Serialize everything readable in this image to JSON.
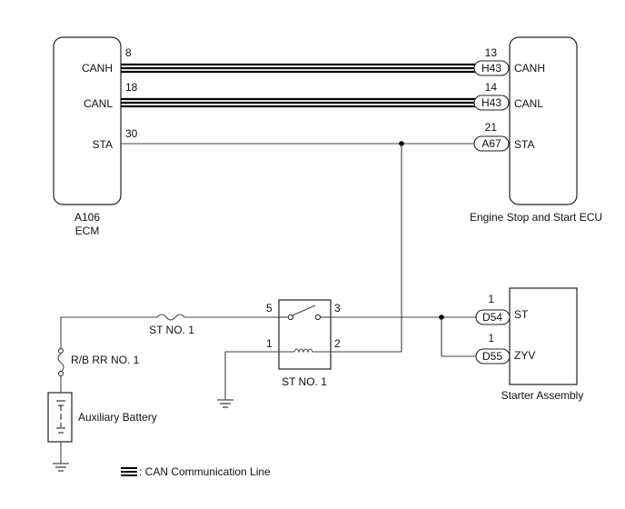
{
  "ecm": {
    "connector": "A106",
    "name": "ECM",
    "pins": [
      {
        "num": "8",
        "label": "CANH"
      },
      {
        "num": "18",
        "label": "CANL"
      },
      {
        "num": "30",
        "label": "STA"
      }
    ]
  },
  "ess_ecu": {
    "name": "Engine Stop and Start ECU",
    "pins": [
      {
        "num": "13",
        "label": "CANH",
        "connector": "H43"
      },
      {
        "num": "14",
        "label": "CANL",
        "connector": "H43"
      },
      {
        "num": "21",
        "label": "STA",
        "connector": "A67"
      }
    ]
  },
  "starter": {
    "name": "Starter Assembly",
    "pins": [
      {
        "num": "1",
        "label": "ST",
        "connector": "D54"
      },
      {
        "num": "1",
        "label": "ZYV",
        "connector": "D55"
      }
    ]
  },
  "relay": {
    "name": "ST NO. 1",
    "pins": [
      "5",
      "3",
      "1",
      "2"
    ]
  },
  "fuses": {
    "st_fuse": "ST NO. 1",
    "rb_fuse": "R/B RR NO. 1"
  },
  "battery": {
    "label": "Auxiliary Battery"
  },
  "legend": {
    "can_line": ": CAN Communication Line"
  }
}
